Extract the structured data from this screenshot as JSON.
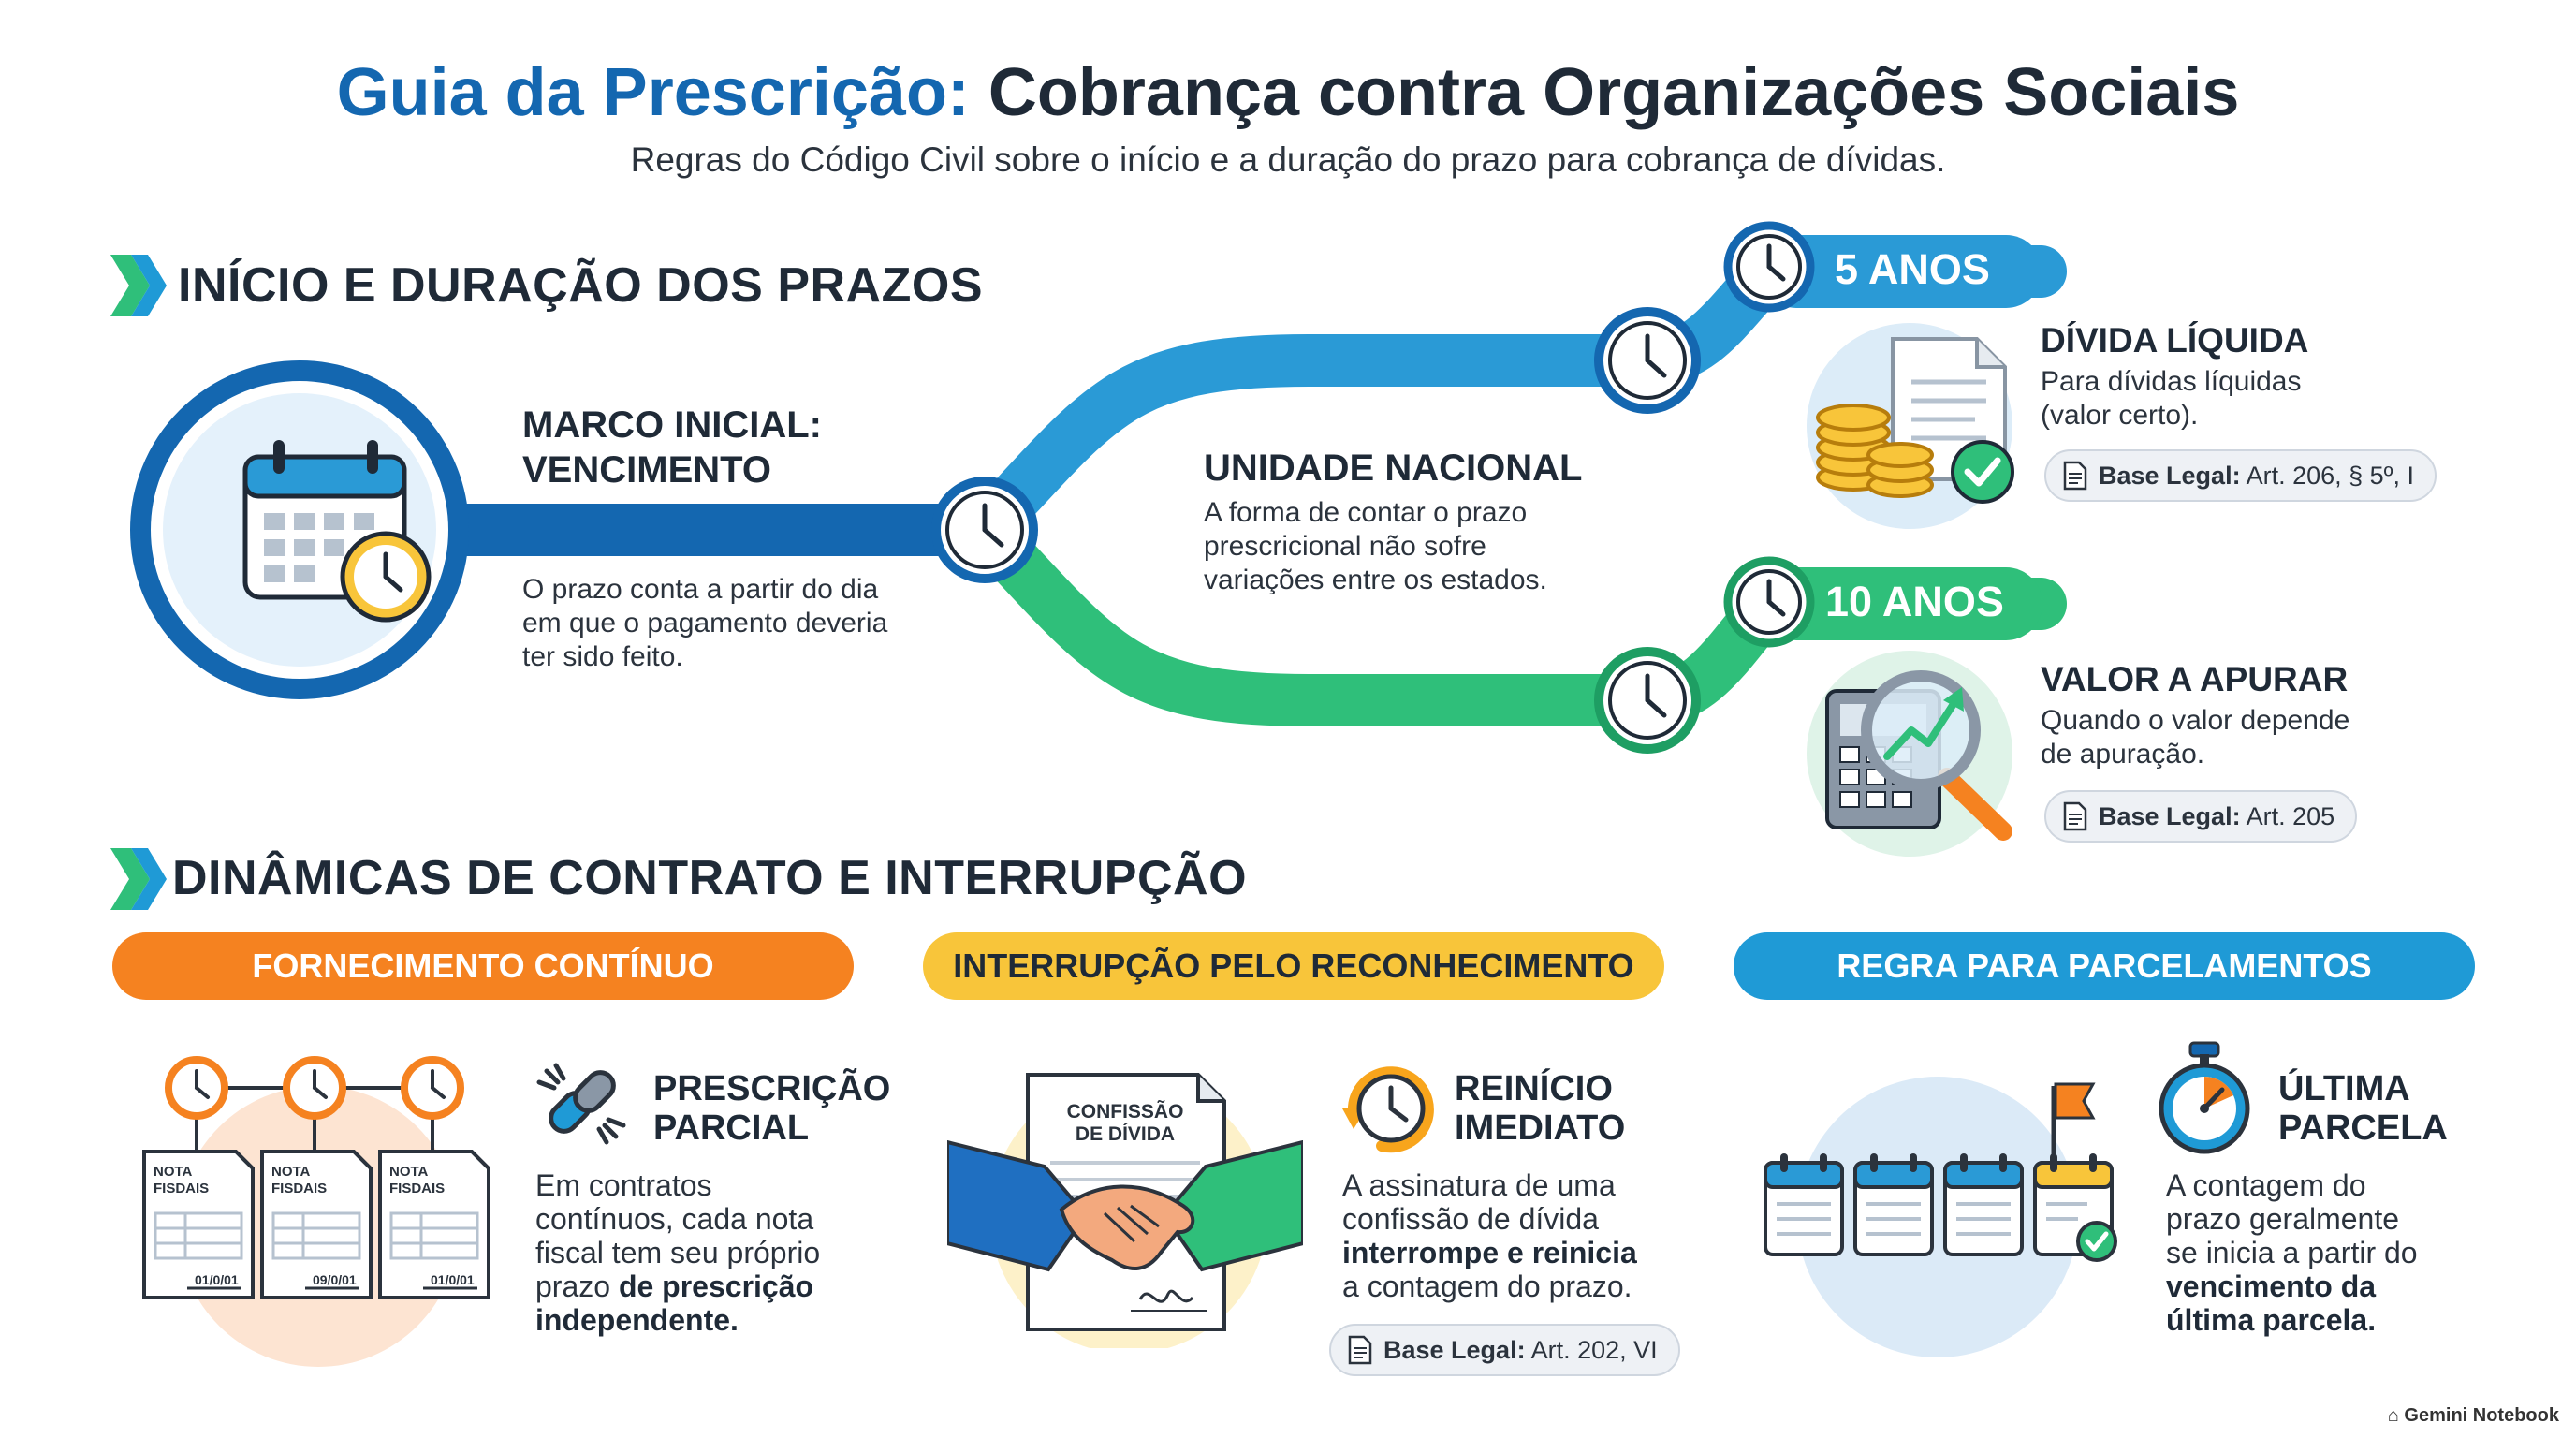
{
  "header": {
    "title_highlight": "Guia da Prescrição:",
    "title_rest": " Cobrança contra Organizações Sociais",
    "subtitle": "Regras do Código Civil sobre o início e a duração do prazo para cobrança de dívidas."
  },
  "section1": {
    "heading": "INÍCIO E DURAÇÃO DOS PRAZOS",
    "marco": {
      "title_line1": "MARCO INICIAL:",
      "title_line2": "VENCIMENTO",
      "text_line1": "O prazo conta a partir do dia",
      "text_line2": "em que o pagamento deveria",
      "text_line3": "ter sido feito."
    },
    "unidade": {
      "title": "UNIDADE NACIONAL",
      "text_line1": "A forma de contar o prazo",
      "text_line2": "prescricional não sofre",
      "text_line3": "variações entre os estados."
    },
    "branch_top": {
      "years": "5 ANOS",
      "title": "DÍVIDA LÍQUIDA",
      "text_line1": "Para dívidas líquidas",
      "text_line2": "(valor certo).",
      "legal_label": "Base Legal:",
      "legal_value": "Art. 206, § 5º, I"
    },
    "branch_bottom": {
      "years": "10 ANOS",
      "title": "VALOR A APURAR",
      "text_line1": "Quando o valor depende",
      "text_line2": "de apuração.",
      "legal_label": "Base Legal:",
      "legal_value": "Art. 205"
    }
  },
  "section2": {
    "heading": "DINÂMICAS DE CONTRATO E INTERRUPÇÃO",
    "card1": {
      "banner": "FORNECIMENTO CONTÍNUO",
      "title_line1": "PRESCRIÇÃO",
      "title_line2": "PARCIAL",
      "text_line1": "Em contratos",
      "text_line2": "contínuos, cada nota",
      "text_line3": "fiscal tem seu próprio",
      "text_line4a": "prazo ",
      "text_line4b": "de prescrição",
      "text_line5": "independente.",
      "doc_label_1": "NOTA",
      "doc_label_2": "FISDAIS",
      "doc_date_1": "01/0/01",
      "doc_date_2": "09/0/01",
      "doc_date_3": "01/0/01"
    },
    "card2": {
      "banner": "INTERRUPÇÃO PELO RECONHECIMENTO",
      "title_line1": "REINÍCIO",
      "title_line2": "IMEDIATO",
      "text_line1": "A assinatura de uma",
      "text_line2": "confissão de dívida",
      "text_line3": "interrompe e reinicia",
      "text_line4": "a contagem do prazo.",
      "doc_title_1": "CONFISSÃO",
      "doc_title_2": "DE DÍVIDA",
      "legal_label": "Base Legal:",
      "legal_value": "Art. 202, VI"
    },
    "card3": {
      "banner": "REGRA PARA PARCELAMENTOS",
      "title_line1": "ÚLTIMA",
      "title_line2": "PARCELA",
      "text_line1": "A contagem do",
      "text_line2": "prazo geralmente",
      "text_line3": "se inicia a partir do",
      "text_line4": "vencimento da",
      "text_line5": "última parcela."
    }
  },
  "footer": {
    "brand": "Gemini Notebook"
  },
  "colors": {
    "blue_dark": "#1467b0",
    "blue_path": "#2a9ad6",
    "green_path": "#2fbf7a",
    "orange": "#f58220",
    "yellow": "#f8c53a",
    "blue_banner": "#1f9ad6"
  }
}
